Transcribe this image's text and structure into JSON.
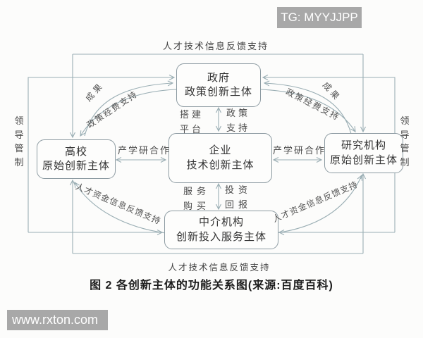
{
  "badges": {
    "top_right": "TG: MYYJJPP",
    "bottom_left": "www.rxton.com"
  },
  "diagram": {
    "nodes": {
      "government": {
        "line1": "政府",
        "line2": "政策创新主体"
      },
      "enterprise": {
        "line1": "企业",
        "line2": "技术创新主体"
      },
      "university": {
        "line1": "高校",
        "line2": "原始创新主体"
      },
      "research": {
        "line1": "研究机构",
        "line2": "原始创新主体"
      },
      "intermediary": {
        "line1": "中介机构",
        "line2": "创新投入服务主体"
      }
    },
    "edges": {
      "build_platform": "搭建平台",
      "policy_support": "政策支持",
      "iur_coop_left": "产学研合作",
      "iur_coop_right": "产学研合作",
      "service_purchase": "服务购买",
      "invest_return": "投资回报",
      "results_left": "成果",
      "results_right": "成果",
      "policy_fund_left": "政策经费支持",
      "policy_fund_right": "政策经费支持",
      "talent_fund_left": "人才资金信息反馈支持",
      "talent_fund_right": "人才资金信息反馈支持"
    },
    "loops": {
      "talent_tech_top": "人才技术信息反馈支持",
      "talent_tech_bottom": "人才技术信息反馈支持",
      "leadership_left": "领导管制",
      "leadership_right": "领导管制"
    },
    "caption": "图 2  各创新主体的功能关系图(来源:百度百科)"
  }
}
